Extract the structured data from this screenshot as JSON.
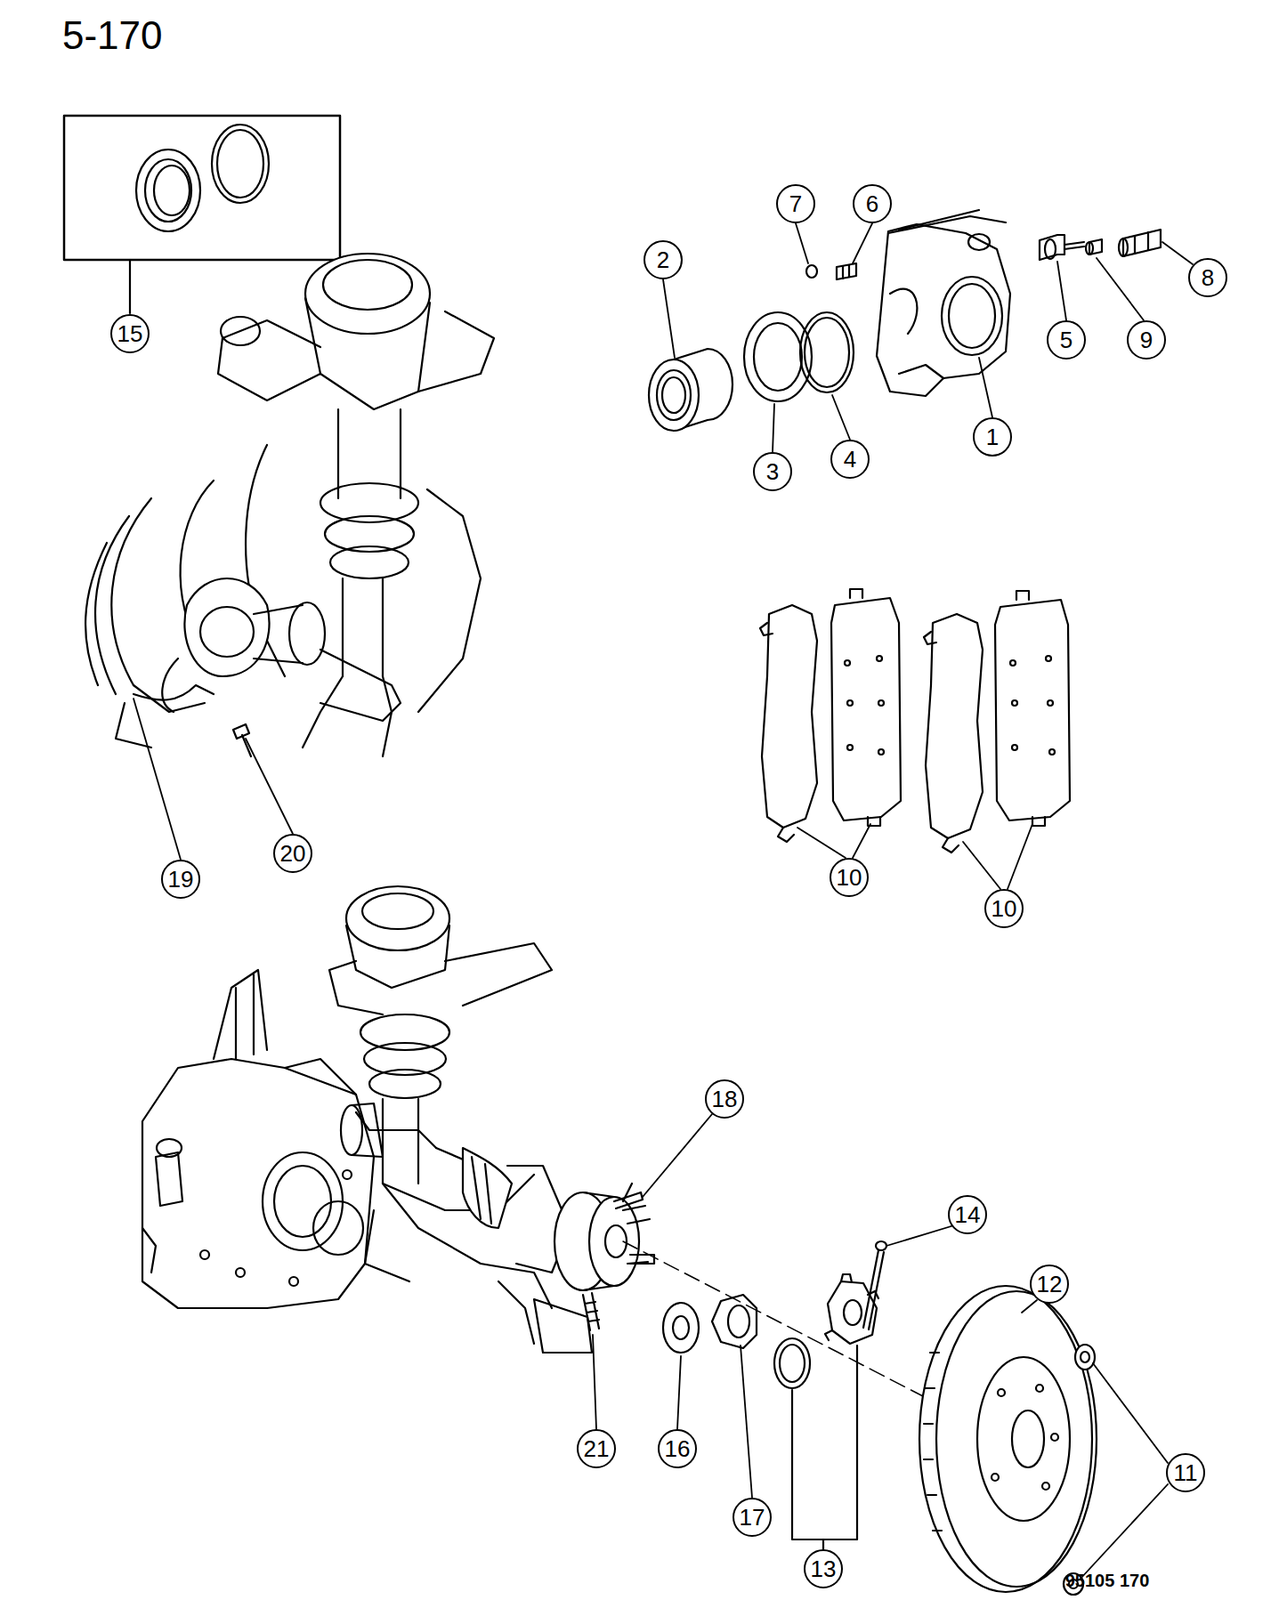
{
  "diagram": {
    "nodes": [
      {
        "text": [
          "15"
        ]
      },
      {
        "text": [
          "2"
        ]
      },
      {
        "text": [
          "7"
        ]
      },
      {
        "text": [
          "6"
        ]
      },
      {
        "text": [
          "8"
        ]
      },
      {
        "text": [
          "5"
        ]
      },
      {
        "text": [
          "9"
        ]
      },
      {
        "text": [
          "1"
        ]
      },
      {
        "text": [
          "4"
        ]
      },
      {
        "text": [
          "3"
        ]
      },
      {
        "text": [
          "10"
        ]
      },
      {
        "text": [
          "10"
        ]
      },
      {
        "text": [
          "20"
        ]
      },
      {
        "text": [
          "19"
        ]
      },
      {
        "text": [
          "18"
        ]
      },
      {
        "text": [
          "14"
        ]
      },
      {
        "text": [
          "12"
        ]
      },
      {
        "text": [
          "11"
        ]
      },
      {
        "text": [
          "21"
        ]
      },
      {
        "text": [
          "16"
        ]
      },
      {
        "text": [
          "17"
        ]
      },
      {
        "text": [
          "13"
        ]
      }
    ],
    "labels": [
      "5-170",
      "95105 170"
    ]
  }
}
